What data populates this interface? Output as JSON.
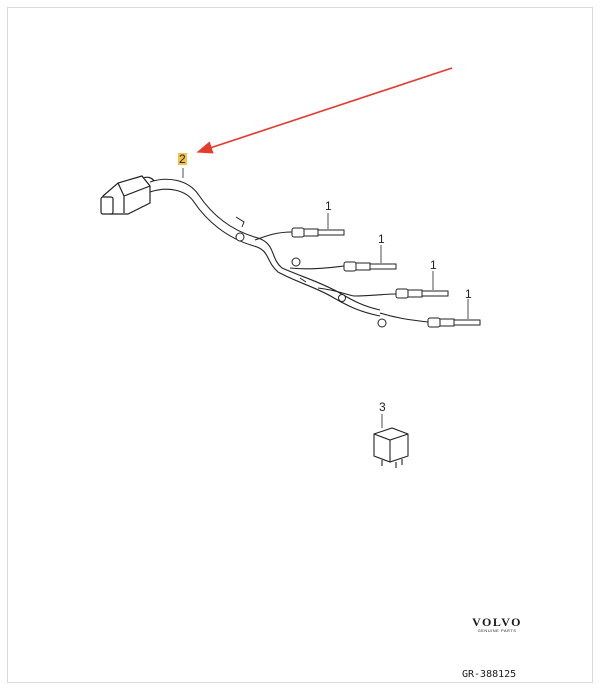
{
  "callouts": {
    "harness": "2",
    "glow_plug_a": "1",
    "glow_plug_b": "1",
    "glow_plug_c": "1",
    "glow_plug_d": "1",
    "relay": "3"
  },
  "brand": {
    "name": "VOLVO",
    "tagline": "GENUINE PARTS"
  },
  "drawing_ref": "GR-388125",
  "colors": {
    "line": "#222222",
    "highlight": "#f5c24b",
    "arrow": "#e53b2c"
  }
}
